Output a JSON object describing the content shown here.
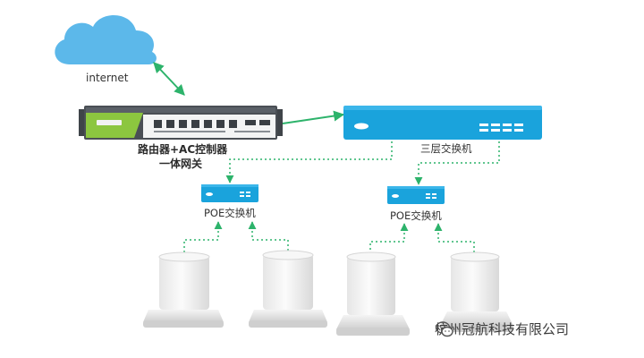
{
  "labels": {
    "internet": "internet",
    "gateway_line1": "路由器+AC控制器",
    "gateway_line2": "一体网关",
    "core_switch": "三层交换机",
    "poe_switch_left": "POE交换机",
    "poe_switch_right": "POE交换机"
  },
  "watermark": {
    "icon": "wechat-icon",
    "text": "杭州冠航科技有限公司"
  },
  "colors": {
    "cloud": "#5cb8ea",
    "switch_blue": "#1aa3dc",
    "link_green": "#2db36b",
    "gateway_body": "#4a4f55",
    "gateway_accent": "#8cc63f"
  }
}
